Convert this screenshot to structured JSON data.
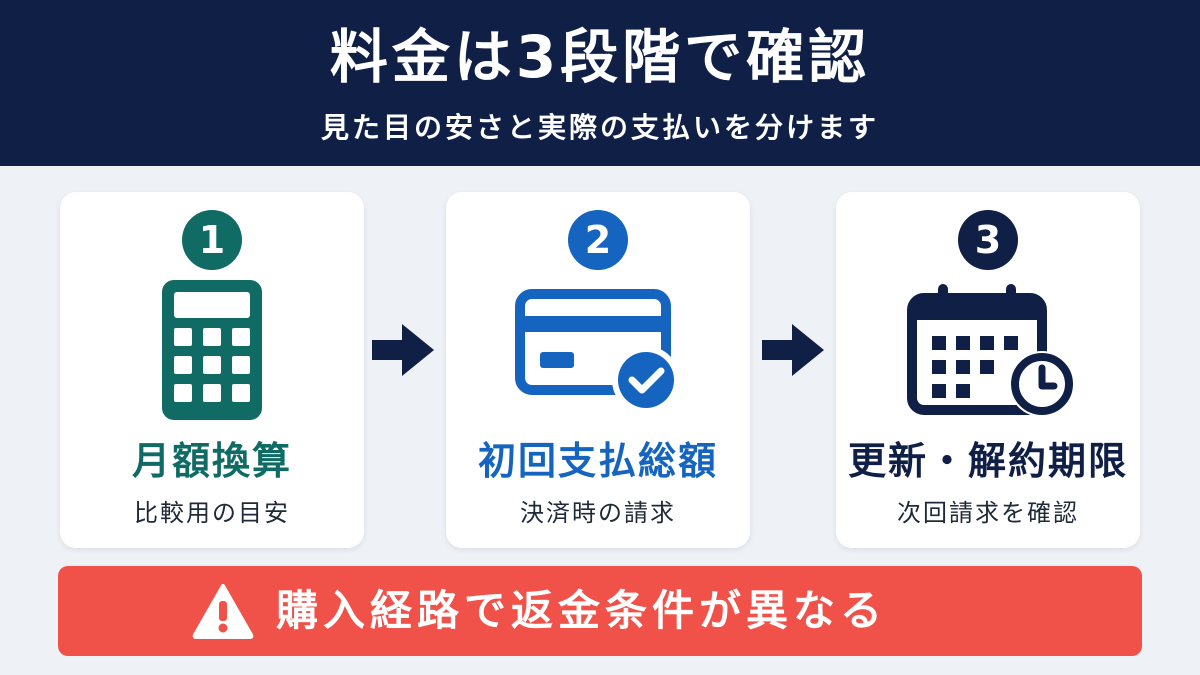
{
  "header": {
    "title": "料金は3段階で確認",
    "subtitle": "見た目の安さと実際の支払いを分けます"
  },
  "steps": [
    {
      "number": "1",
      "title": "月額換算",
      "subtitle": "比較用の目安",
      "icon": "calculator-icon",
      "color": "#0f6b63"
    },
    {
      "number": "2",
      "title": "初回支払総額",
      "subtitle": "決済時の請求",
      "icon": "credit-card-check-icon",
      "color": "#1565c0"
    },
    {
      "number": "3",
      "title": "更新・解約期限",
      "subtitle": "次回請求を確認",
      "icon": "calendar-clock-icon",
      "color": "#0f1f45"
    }
  ],
  "warning": {
    "text": "購入経路で返金条件が異なる",
    "icon": "warning-triangle-icon",
    "color": "#f0524a"
  },
  "colors": {
    "header_bg": "#0f1f45",
    "page_bg": "#eef1f5",
    "arrow": "#0f1f45"
  }
}
